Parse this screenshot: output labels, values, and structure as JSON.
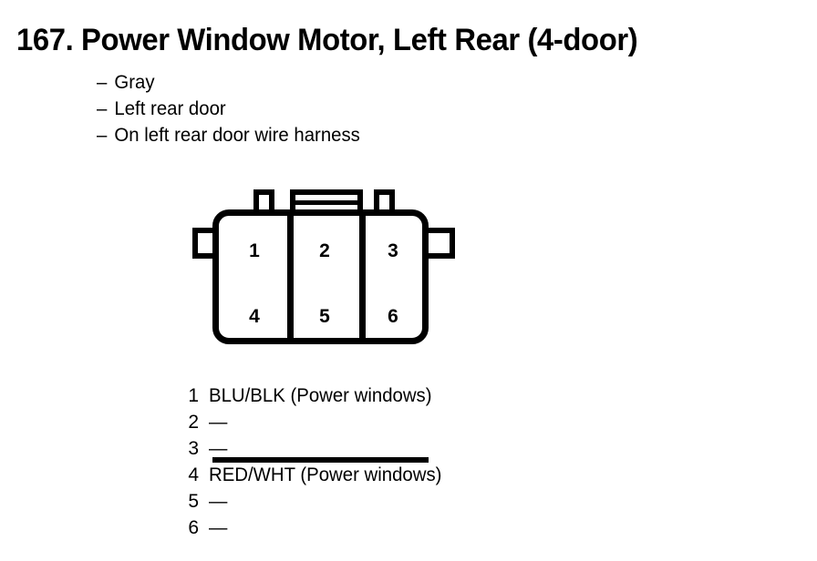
{
  "page": {
    "title_number": "167.",
    "title": "167. Power Window Motor, Left Rear (4-door)"
  },
  "attributes": [
    {
      "dash": "–",
      "text": "Gray"
    },
    {
      "dash": "–",
      "text": "Left rear door"
    },
    {
      "dash": "–",
      "text": "On left rear door wire harness"
    }
  ],
  "connector": {
    "name": "6-pin-connector-diagram",
    "rows": 2,
    "columns": 3,
    "outline_color": "#000000",
    "fill_color": "#ffffff",
    "pins": [
      {
        "number": "1",
        "row": 1,
        "column": 1
      },
      {
        "number": "2",
        "row": 1,
        "column": 2
      },
      {
        "number": "3",
        "row": 1,
        "column": 3
      },
      {
        "number": "4",
        "row": 2,
        "column": 1
      },
      {
        "number": "5",
        "row": 2,
        "column": 2
      },
      {
        "number": "6",
        "row": 2,
        "column": 3
      }
    ]
  },
  "pin_legend": [
    {
      "number": "1",
      "label": "BLU/BLK (Power windows)"
    },
    {
      "number": "2",
      "label": "—"
    },
    {
      "number": "3",
      "label": "—"
    },
    {
      "number": "4",
      "label": "RED/WHT (Power windows)"
    },
    {
      "number": "5",
      "label": "—"
    },
    {
      "number": "6",
      "label": "—"
    }
  ]
}
